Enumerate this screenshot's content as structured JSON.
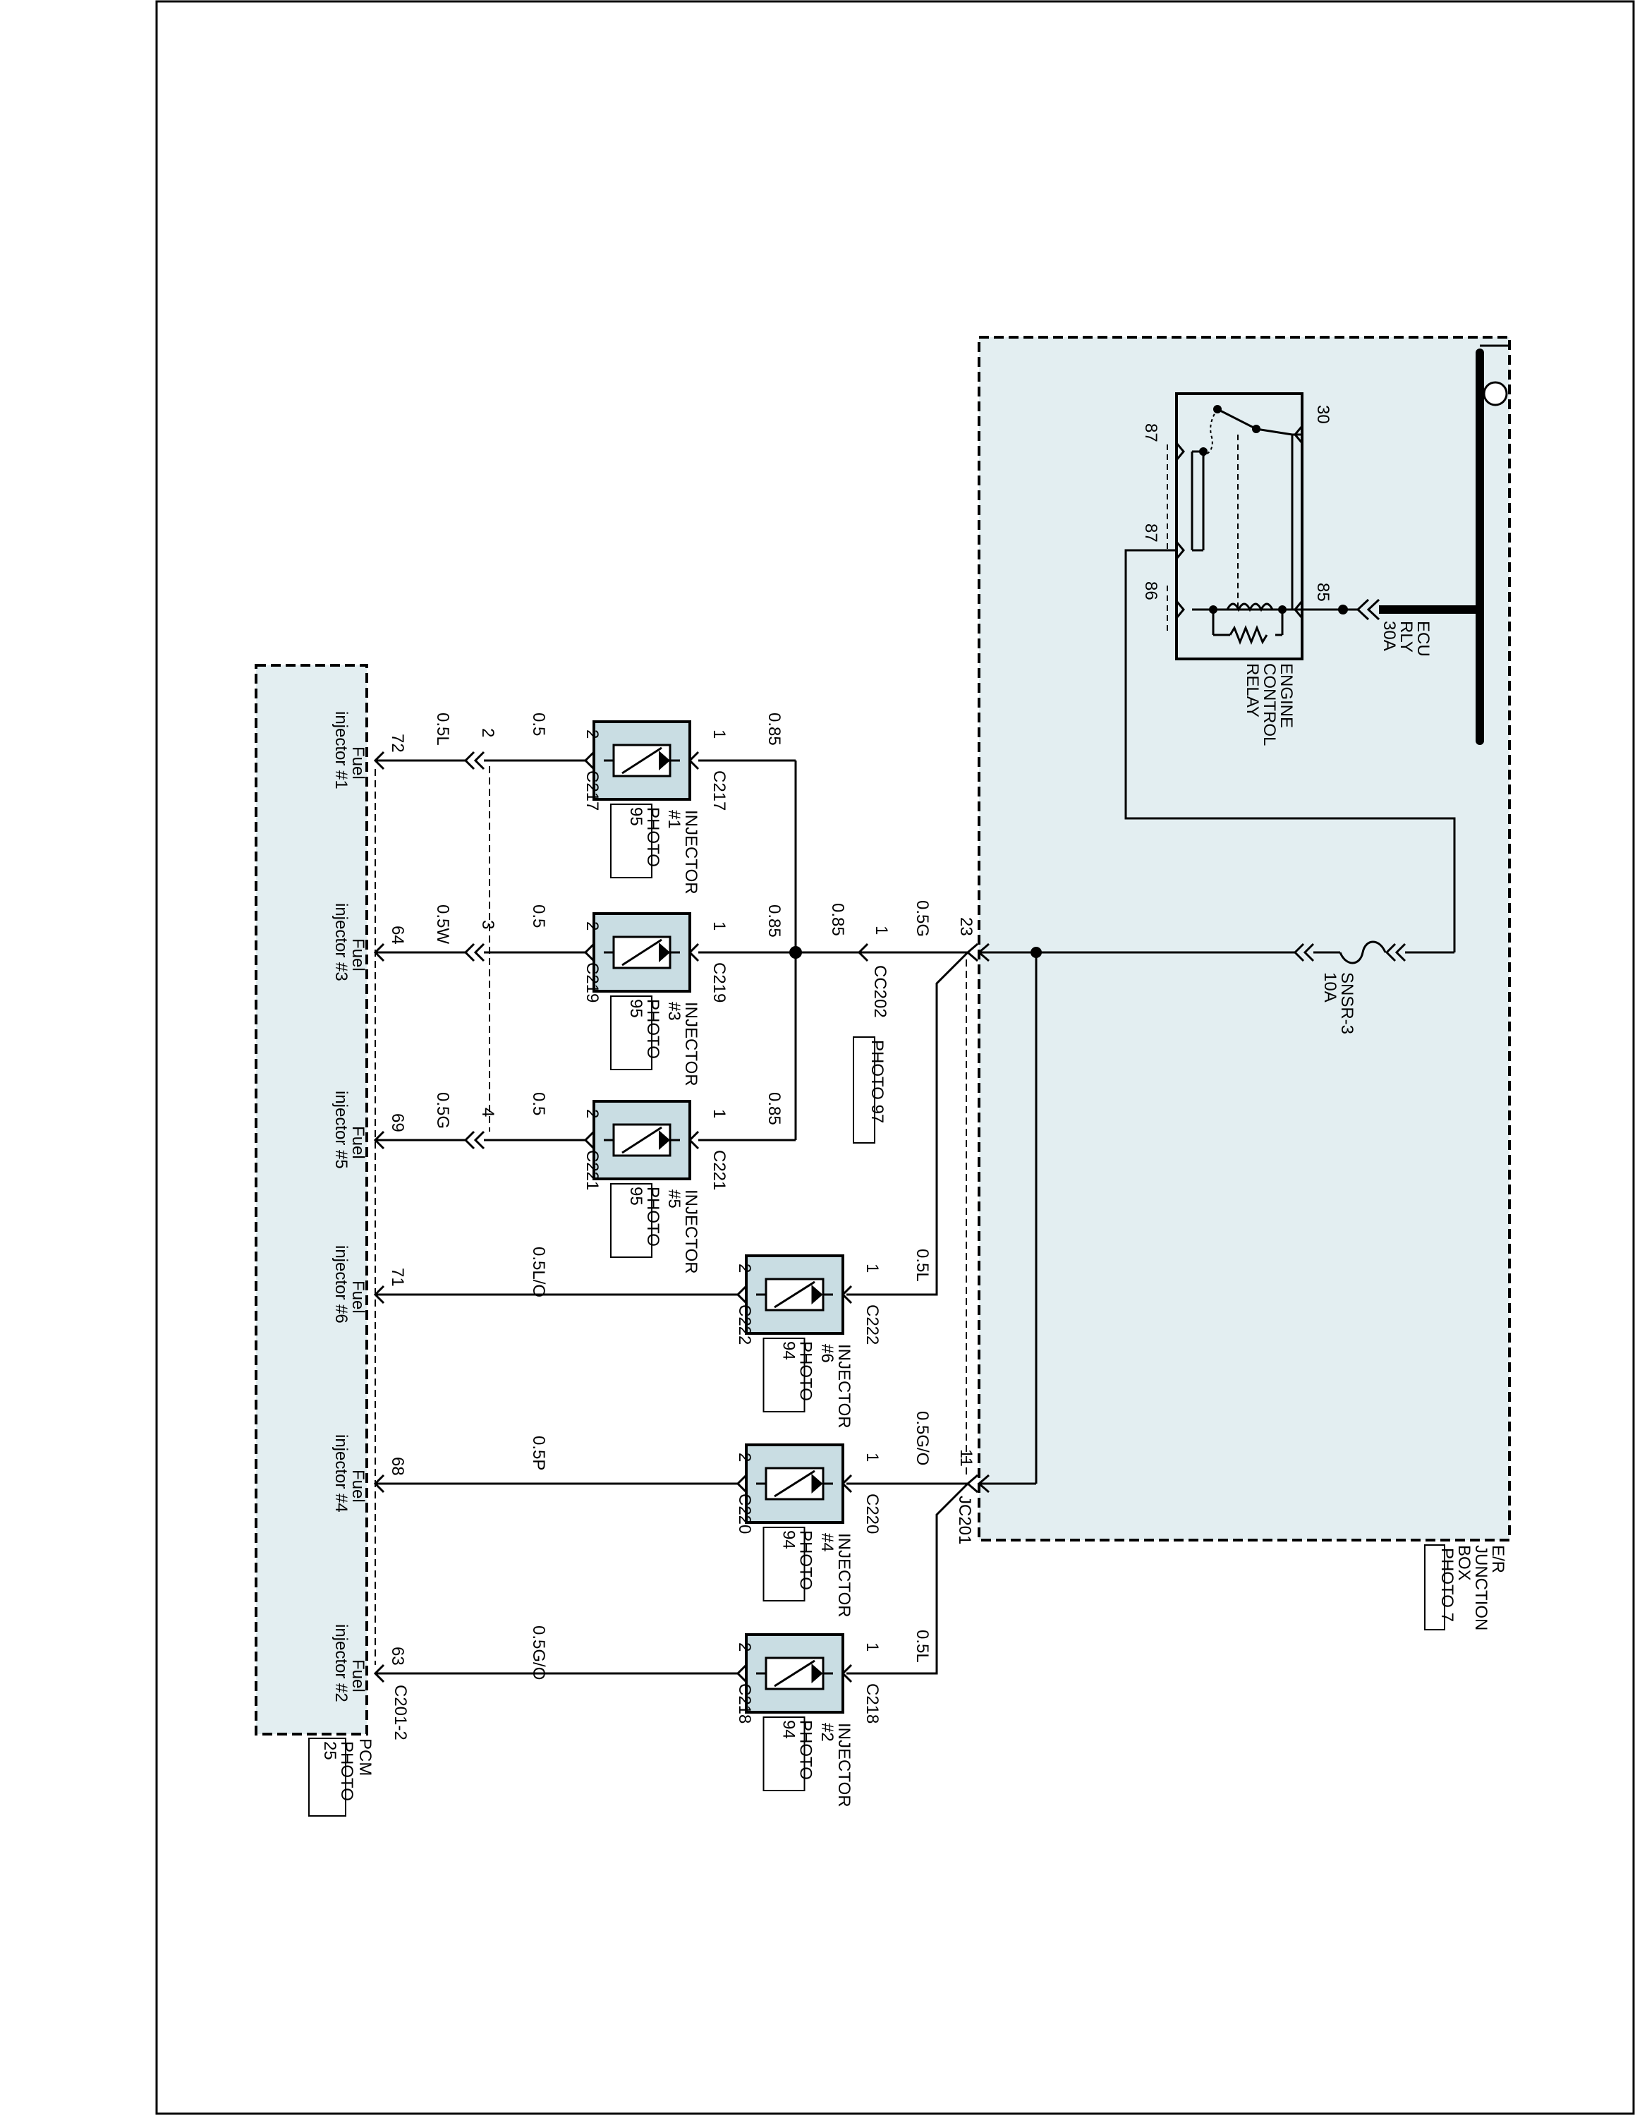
{
  "jb": {
    "name1": "E/R",
    "name2": "JUNCTION",
    "name3": "BOX",
    "photo": "PHOTO 7"
  },
  "relay": {
    "name1": "ENGINE",
    "name2": "CONTROL",
    "name3": "RELAY",
    "p30": "30",
    "p87a": "87",
    "p87b": "87",
    "p86": "86",
    "p85": "85"
  },
  "ecu_rly": {
    "l1": "ECU",
    "l2": "RLY",
    "l3": "30A"
  },
  "fuse": {
    "name": "SNSR-3",
    "rating": "10A"
  },
  "pcm": {
    "name": "PCM",
    "photo1": "PHOTO",
    "photo2": "25",
    "connector": "C201-2"
  },
  "jc": {
    "jc201": "JC201",
    "pin23": "23",
    "pin11": "11",
    "cc202": "CC202",
    "cc202pin1": "1",
    "photo97": "PHOTO 97"
  },
  "wires": {
    "w_05G": "0.5G",
    "w_085": "0.85",
    "w_05L": "0.5L",
    "w_05GO": "0.5G/O",
    "w_05": "0.5",
    "w_05W": "0.5W",
    "w_05G2": "0.5G",
    "w_05LO": "0.5L/O",
    "w_05P": "0.5P"
  },
  "photo_label": "PHOTO",
  "injectors": [
    {
      "name": "INJECTOR",
      "num": "#1",
      "conn": "C217",
      "photo": "95",
      "pin1": "1",
      "pin2": "2",
      "cc_pin": "2",
      "pcm_pin": "72",
      "pcm_label1": "Fuel",
      "pcm_label2": "injector #1",
      "w_in": "0.85",
      "w_out": "0.5",
      "w_pcm": "0.5L"
    },
    {
      "name": "INJECTOR",
      "num": "#3",
      "conn": "C219",
      "photo": "95",
      "pin1": "1",
      "pin2": "2",
      "cc_pin": "3",
      "pcm_pin": "64",
      "pcm_label1": "Fuel",
      "pcm_label2": "injector #3",
      "w_in": "0.85",
      "w_out": "0.5",
      "w_pcm": "0.5W"
    },
    {
      "name": "INJECTOR",
      "num": "#5",
      "conn": "C221",
      "photo": "95",
      "pin1": "1",
      "pin2": "2",
      "cc_pin": "4",
      "pcm_pin": "69",
      "pcm_label1": "Fuel",
      "pcm_label2": "injector #5",
      "w_in": "0.85",
      "w_out": "0.5",
      "w_pcm": "0.5G"
    },
    {
      "name": "INJECTOR",
      "num": "#6",
      "conn": "C222",
      "photo": "94",
      "pin1": "1",
      "pin2": "2",
      "pcm_pin": "71",
      "pcm_label1": "Fuel",
      "pcm_label2": "injector #6",
      "w_in": "0.5L",
      "w_pcm": "0.5L/O"
    },
    {
      "name": "INJECTOR",
      "num": "#4",
      "conn": "C220",
      "photo": "94",
      "pin1": "1",
      "pin2": "2",
      "pcm_pin": "68",
      "pcm_label1": "Fuel",
      "pcm_label2": "injector #4",
      "w_in": "0.5G/O",
      "w_pcm": "0.5P"
    },
    {
      "name": "INJECTOR",
      "num": "#2",
      "conn": "C218",
      "photo": "94",
      "pin1": "1",
      "pin2": "2",
      "pcm_pin": "63",
      "pcm_label1": "Fuel",
      "pcm_label2": "injector #2",
      "w_in": "0.5L",
      "w_pcm": "0.5G/O"
    }
  ]
}
